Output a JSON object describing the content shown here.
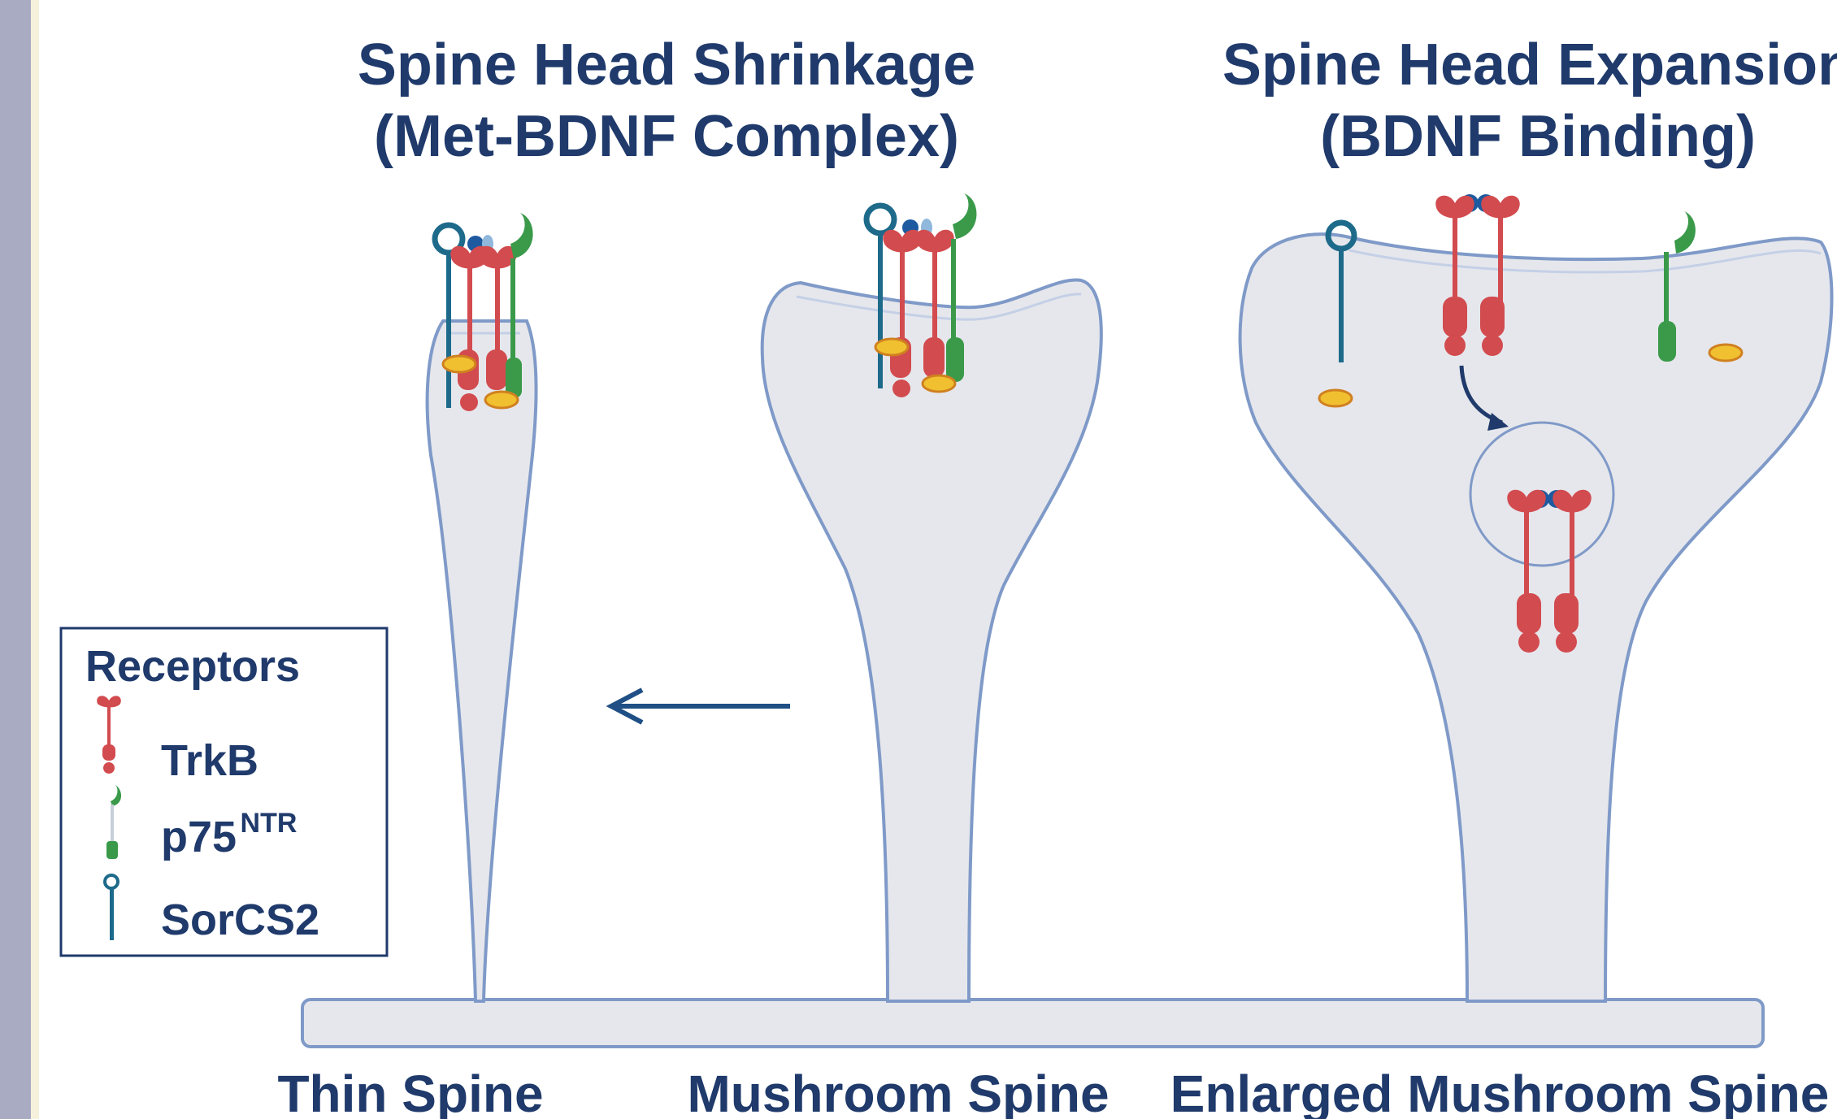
{
  "titles": {
    "shrinkage_line1": "Spine Head Shrinkage",
    "shrinkage_line2": "(Met-BDNF Complex)",
    "expansion_line1": "Spine Head Expansion",
    "expansion_line2": "(BDNF Binding)"
  },
  "captions": {
    "thin": "Thin Spine",
    "mushroom": "Mushroom Spine",
    "enlarged": "Enlarged Mushroom Spine"
  },
  "legend": {
    "title": "Receptors",
    "items": [
      {
        "label": "TrkB",
        "sup": "",
        "icon": "trkb-receptor-icon",
        "color": "#d24b4f"
      },
      {
        "label": "p75",
        "sup": "NTR",
        "icon": "p75ntr-receptor-icon",
        "color": "#3a9a4a"
      },
      {
        "label": "SorCS2",
        "sup": "",
        "icon": "sorcs2-receptor-icon",
        "color": "#1d6a8a"
      }
    ]
  },
  "colors": {
    "text": "#1f3a6b",
    "spine_fill": "#e6e7ec",
    "membrane": "#7f9ac8",
    "trkb": "#d24b4f",
    "p75ntr": "#3a9a4a",
    "sorcs2": "#1d6a8a",
    "bdnf": "#1e5aa0",
    "ligand_yellow": "#f0c030"
  }
}
